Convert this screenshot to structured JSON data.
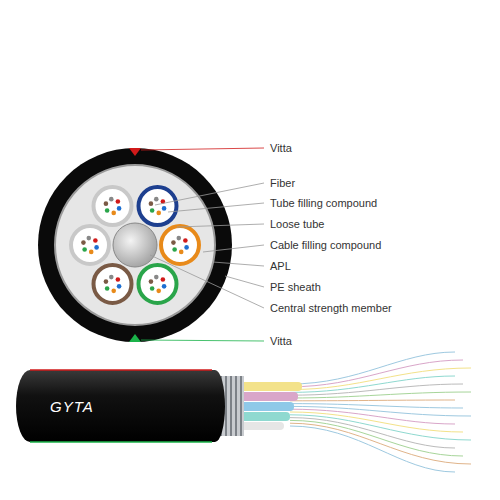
{
  "diagram": {
    "labels": [
      "Vitta",
      "Fiber",
      "Tube filling compound",
      "Loose tube",
      "Cable filling compound",
      "APL",
      "PE sheath",
      "Central strength member",
      "Vitta",
      "GYTA"
    ]
  }
}
